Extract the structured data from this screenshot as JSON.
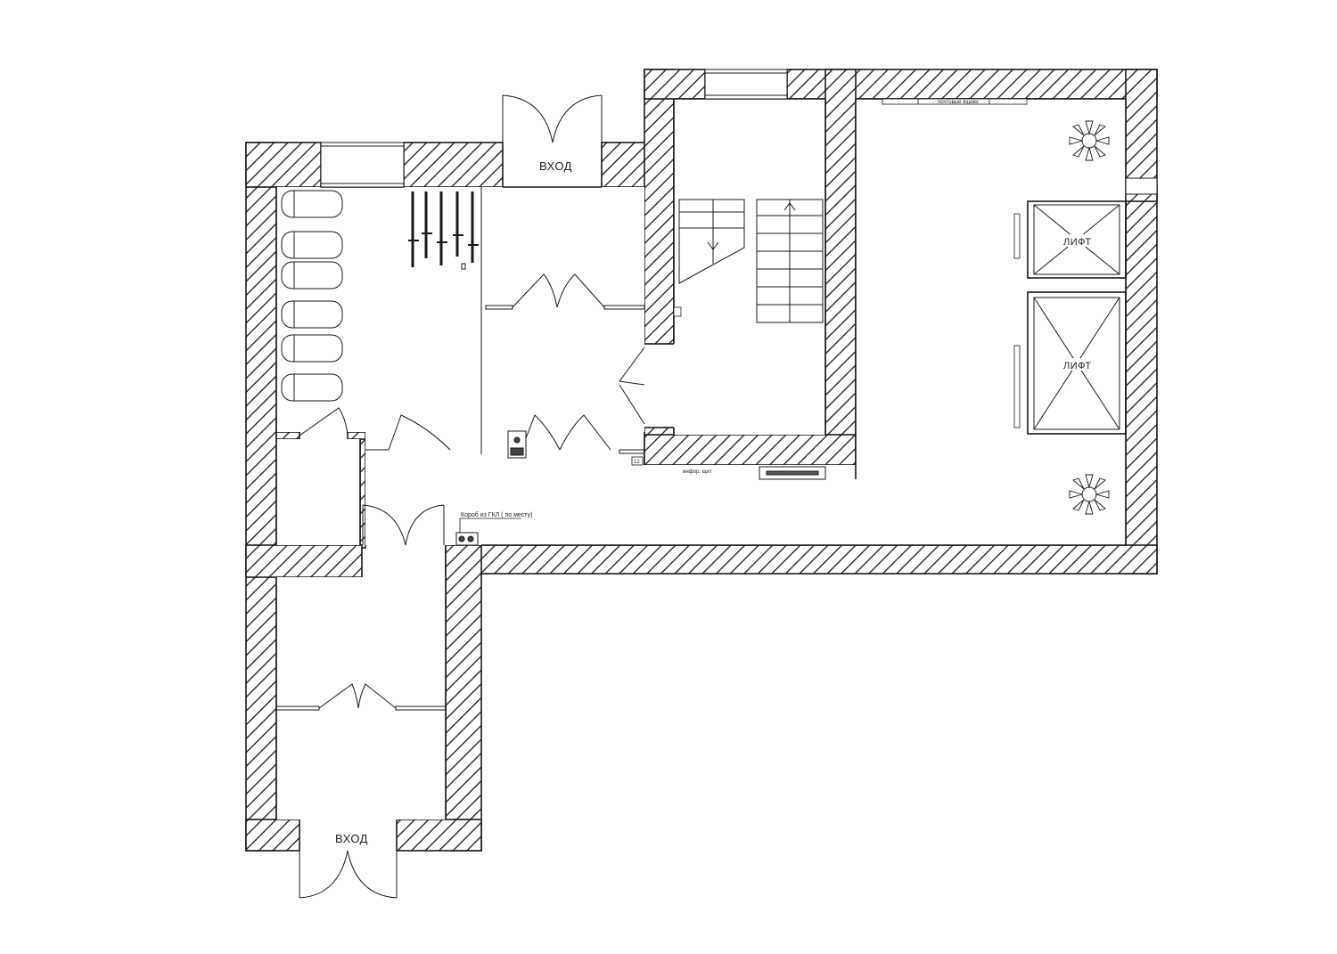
{
  "plan": {
    "labels": {
      "entrance_top": "ВХОД",
      "entrance_bottom": "ВХОД",
      "lift_1": "ЛИФТ",
      "lift_2": "ЛИФТ",
      "mailboxes": "почтовые ящики",
      "info_board": "инфор. щит",
      "drywall_box": "Короб из ГКЛ ( по месту)",
      "meter_tag": "12"
    },
    "colors": {
      "line": "#1a1a1a",
      "hatch": "#1a1a1a",
      "background": "#ffffff"
    },
    "icons": [
      "stroller-icon",
      "bicycle-rack-icon",
      "plant-icon",
      "stair-arrow-icon"
    ]
  }
}
